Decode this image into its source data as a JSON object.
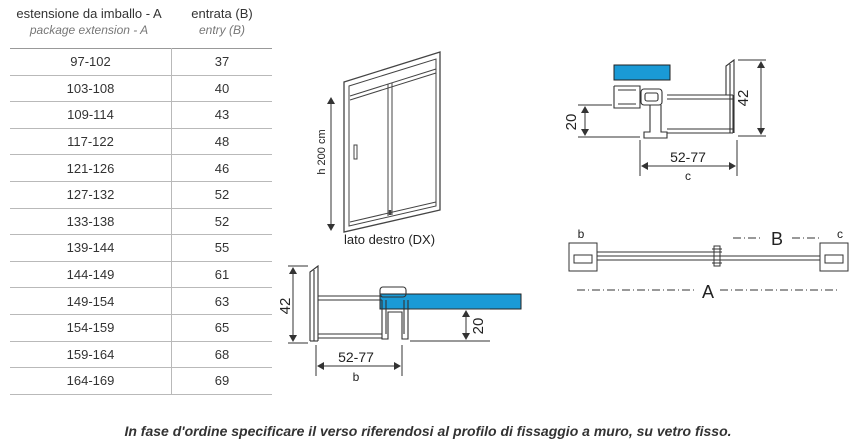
{
  "table": {
    "headers": [
      {
        "main": "estensione da imballo - A",
        "sub": "package extension - A"
      },
      {
        "main": "entrata (B)",
        "sub": "entry (B)"
      }
    ],
    "rows": [
      [
        "97-102",
        "37"
      ],
      [
        "103-108",
        "40"
      ],
      [
        "109-114",
        "43"
      ],
      [
        "117-122",
        "48"
      ],
      [
        "121-126",
        "46"
      ],
      [
        "127-132",
        "52"
      ],
      [
        "133-138",
        "52"
      ],
      [
        "139-144",
        "55"
      ],
      [
        "144-149",
        "61"
      ],
      [
        "149-154",
        "63"
      ],
      [
        "154-159",
        "65"
      ],
      [
        "159-164",
        "68"
      ],
      [
        "164-169",
        "69"
      ]
    ]
  },
  "door": {
    "height_label": "h 200 cm",
    "caption": "lato destro (DX)"
  },
  "profile_top": {
    "height_label": "42",
    "offset_label": "20",
    "width_label": "52-77",
    "dim_letter": "c"
  },
  "profile_bottom": {
    "height_label": "42",
    "offset_label": "20",
    "width_label": "52-77",
    "dim_letter": "b"
  },
  "plan": {
    "left_letter": "b",
    "entry_letter": "B",
    "right_letter": "c",
    "overall_letter": "A"
  },
  "colors": {
    "glass_blue": "#1a9ad6",
    "line": "#333333"
  },
  "footer": "In fase d'ordine specificare il verso riferendosi al profilo di fissaggio a muro, su vetro fisso."
}
